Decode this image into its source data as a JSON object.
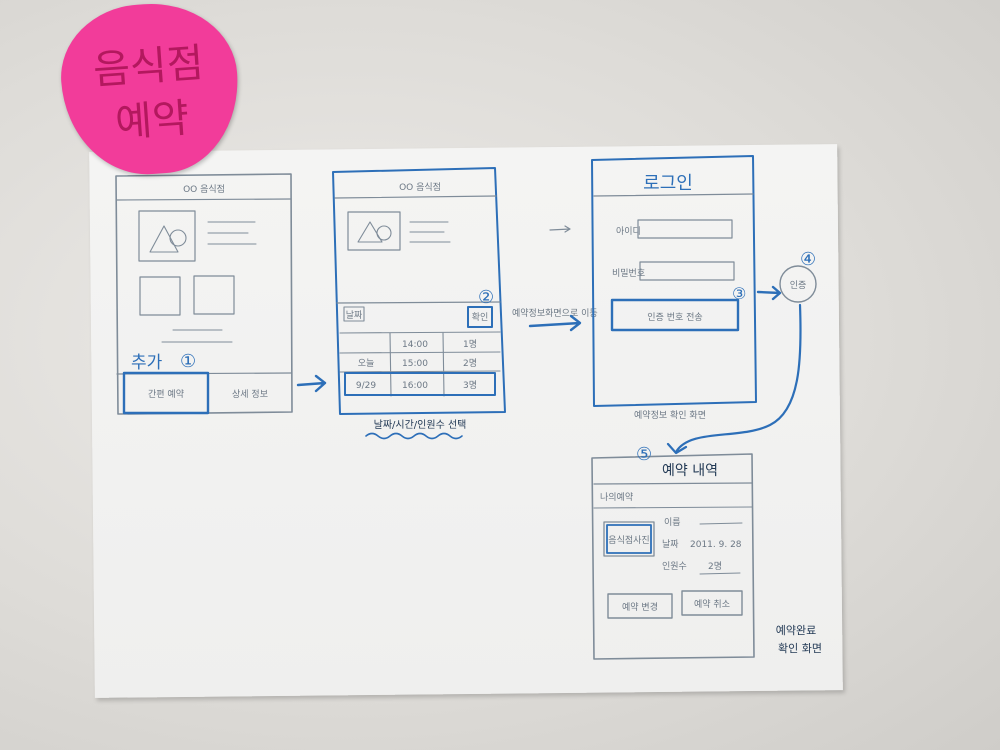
{
  "sticky_note": {
    "line1": "음식점",
    "line2": "예약"
  },
  "screen1": {
    "title": "OO 음식점",
    "add_label": "추가",
    "add_number": "①",
    "reserve_button": "간편 예약",
    "detail_button": "상세 정보"
  },
  "screen2": {
    "title": "OO 음식점",
    "left_button": "날짜",
    "confirm_button": "확인",
    "step_number": "②",
    "side_note": "예약정보화면으로 이동",
    "rows": [
      {
        "date": "",
        "time": "14:00",
        "people": "1명"
      },
      {
        "date": "오늘",
        "time": "15:00",
        "people": "2명"
      },
      {
        "date": "9/29",
        "time": "16:00",
        "people": "3명"
      }
    ],
    "caption": "날짜/시간/인원수 선택"
  },
  "screen3": {
    "title": "로그인",
    "id_label": "아이디",
    "pw_label": "비밀번호",
    "submit_button": "인증 번호 전송",
    "step_number": "③",
    "footer_link": "예약정보 확인 화면"
  },
  "step4": {
    "number": "④",
    "label": "인증"
  },
  "screen5": {
    "title": "예약 내역",
    "step_number": "⑤",
    "section_label": "나의예약",
    "photo_label": "음식점사진",
    "fields": [
      {
        "label": "이름",
        "value": ""
      },
      {
        "label": "날짜",
        "value": "2011. 9. 28"
      },
      {
        "label": "인원수",
        "value": "2명"
      }
    ],
    "change_button": "예약 변경",
    "cancel_button": "예약 취소",
    "note_line1": "예약완료",
    "note_line2": "확인 화면"
  },
  "colors": {
    "pen_blue": "#2d6fb8",
    "pencil_grey": "#7f8c99",
    "sticky_pink": "#f23c9a"
  }
}
